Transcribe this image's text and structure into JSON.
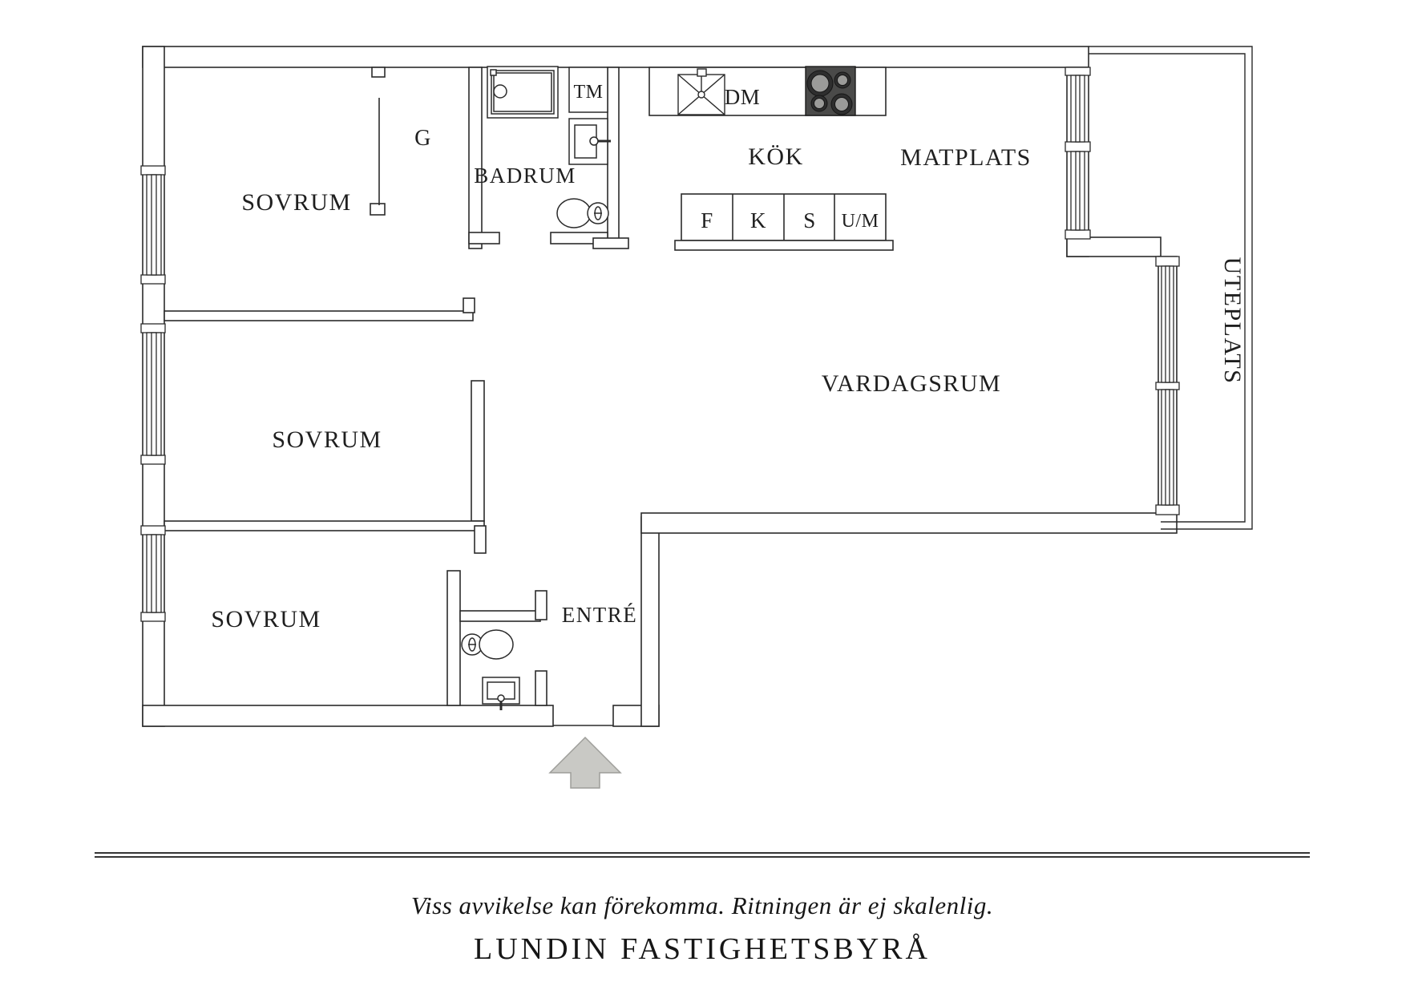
{
  "rooms": {
    "bedroom": "SOVRUM",
    "bathroom": "BADRUM",
    "kitchen": "KÖK",
    "dining": "MATPLATS",
    "living": "VARDAGSRUM",
    "patio": "UTEPLATS",
    "entrance": "ENTRÉ",
    "closet": "G"
  },
  "appliances": {
    "washer": "TM",
    "dishwasher": "DM",
    "cabinet_f": "F",
    "cabinet_k": "K",
    "cabinet_s": "S",
    "cabinet_um": "U/M"
  },
  "footer": {
    "disclaimer": "Viss avvikelse kan förekomma. Ritningen är ej skalenlig.",
    "brand": "LUNDIN FASTIGHETSBYRÅ"
  },
  "colors": {
    "line": "#2b2b2b",
    "stove_body": "#4a4a49",
    "burner_ring": "#2e2e2e",
    "burner_center": "#9b9b99",
    "arrow_fill": "#c9c9c5",
    "arrow_stroke": "#9e9e9a"
  }
}
